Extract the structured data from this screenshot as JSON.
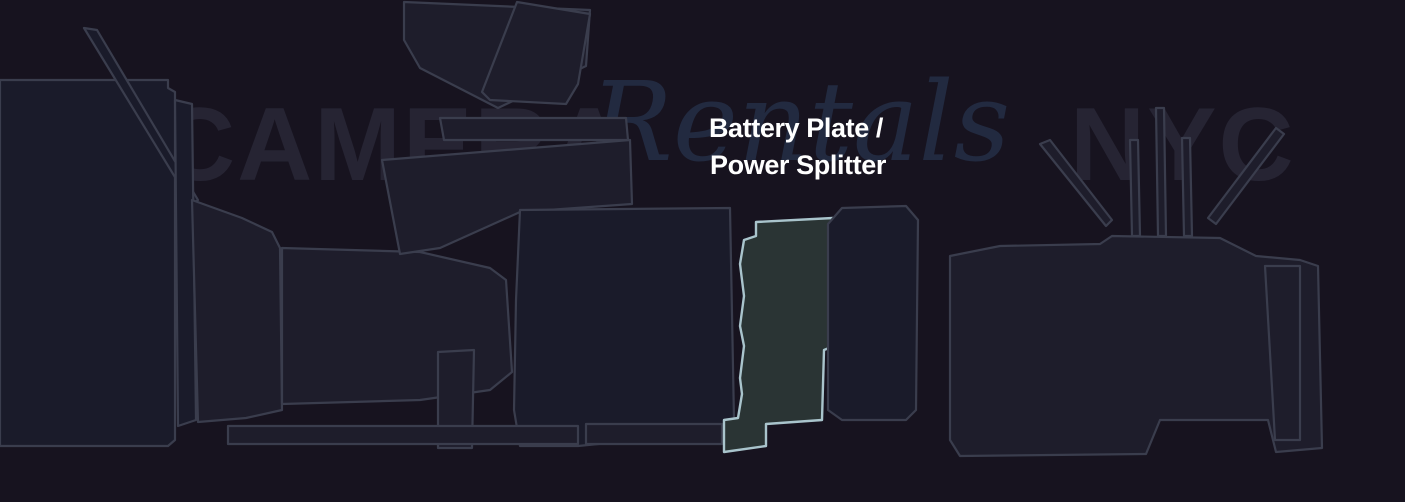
{
  "watermark": {
    "left_text": "CAMERA",
    "script_text": "Rentals",
    "right_text": "NYC"
  },
  "hover_label": {
    "line1": "Battery Plate /",
    "line2": "Power Splitter"
  },
  "colors": {
    "background": "#17131f",
    "part_fill": "#1e1d2b",
    "part_stroke": "#3a3d4d",
    "highlight_stroke": "#a9c4cc",
    "label": "#ffffff"
  }
}
